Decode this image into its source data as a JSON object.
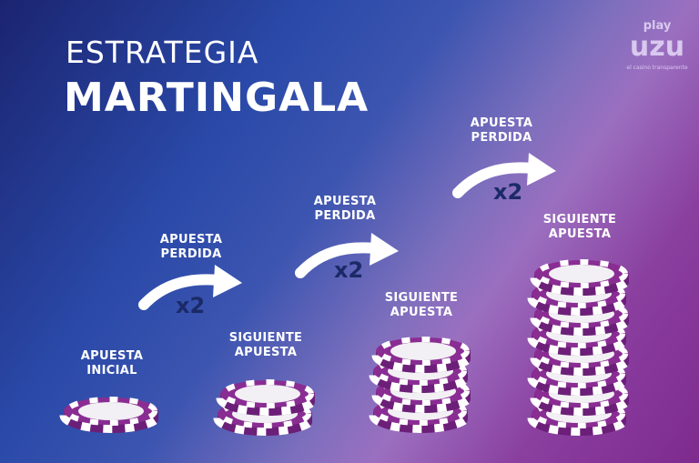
{
  "title": {
    "line1": "ESTRATEGIA",
    "line2": "MARTINGALA"
  },
  "logo": {
    "text": "play uzu",
    "tagline": "el casino transparente"
  },
  "steps": [
    {
      "label": [
        "APUESTA",
        "INICIAL"
      ],
      "chips": 1
    },
    {
      "label": [
        "SIGUIENTE",
        "APUESTA"
      ],
      "chips": 2
    },
    {
      "label": [
        "SIGUIENTE",
        "APUESTA"
      ],
      "chips": 4
    },
    {
      "label": [
        "SIGUIENTE",
        "APUESTA"
      ],
      "chips": 8
    }
  ],
  "arrows": [
    {
      "label": [
        "APUESTA",
        "PERDIDA"
      ],
      "multiplier": "x2"
    },
    {
      "label": [
        "APUESTA",
        "PERDIDA"
      ],
      "multiplier": "x2"
    },
    {
      "label": [
        "APUESTA",
        "PERDIDA"
      ],
      "multiplier": "x2"
    }
  ],
  "colors": {
    "chip": "#8a2d93",
    "chip_side": "#6c1f78",
    "stripe": "#ffffff",
    "multiplier": "#1b2a66"
  }
}
